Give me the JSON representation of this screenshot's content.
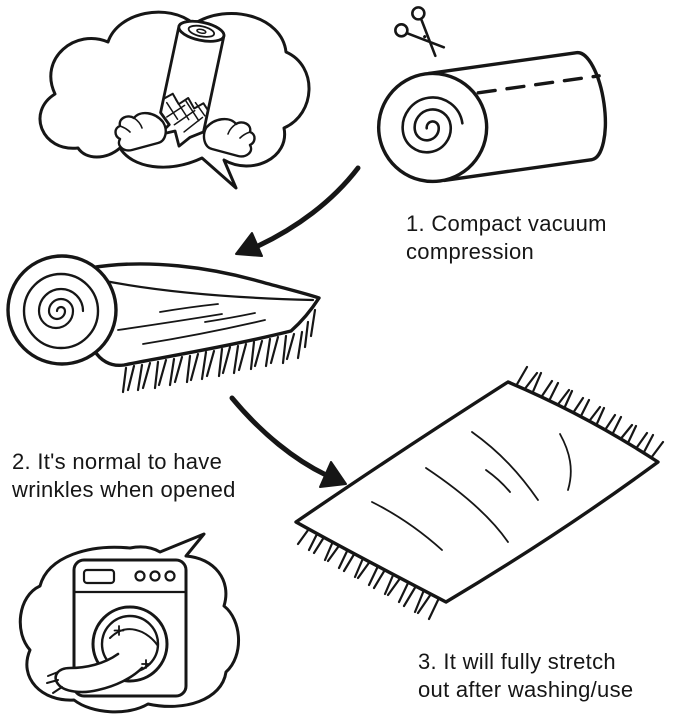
{
  "illustration": {
    "background": "#ffffff",
    "ink_color": "#161616",
    "captions": {
      "step1": {
        "line1": "1. Compact vacuum",
        "line2": "compression"
      },
      "step2": {
        "line1": "2. It's normal to have",
        "line2": "wrinkles when opened"
      },
      "step3": {
        "line1": "3. It will fully stretch",
        "line2": "out after washing/use"
      }
    },
    "icons": {
      "scissors": "scissors-icon",
      "cut_line": "dashed-cut-line",
      "thought_bubble": "thought-bubble-open-package",
      "rolled_blanket": "rolled-compressed-blanket",
      "folded_blanket": "folded-wrinkled-blanket",
      "spread_blanket": "spread-out-blanket",
      "washing_machine": "washing-machine-speech-bubble",
      "arrow_1": "arrow-down-left",
      "arrow_2": "arrow-down-right"
    }
  }
}
